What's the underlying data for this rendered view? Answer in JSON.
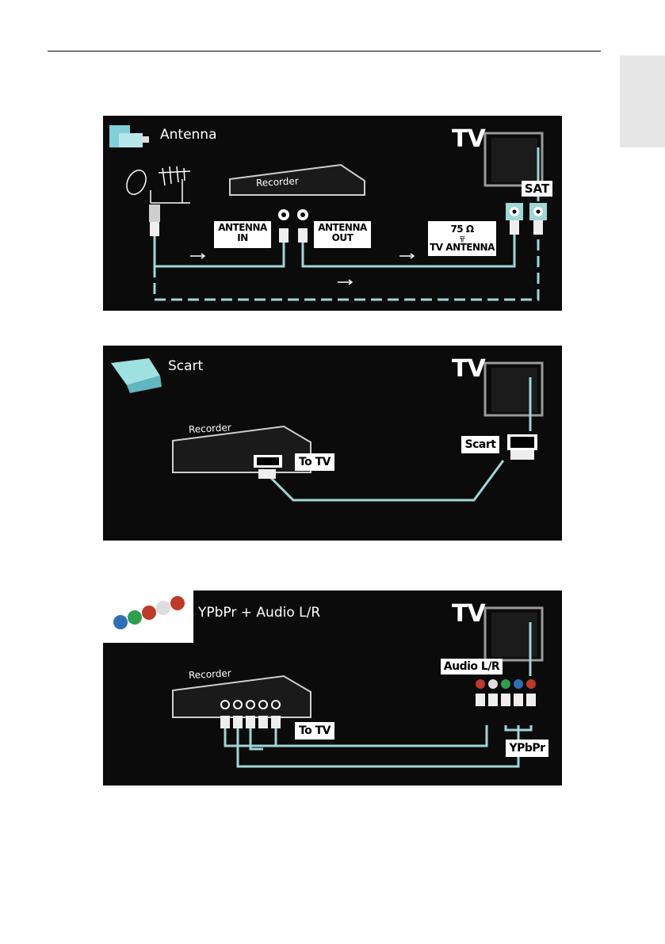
{
  "panels": [
    {
      "title": "Antenna",
      "tv": "TV",
      "recorder": "Recorder",
      "labels": {
        "antenna_in": "ANTENNA\nIN",
        "antenna_out": "ANTENNA\nOUT",
        "ohm": "75 Ω",
        "tv_antenna": "TV ANTENNA",
        "sat": "SAT"
      }
    },
    {
      "title": "Scart",
      "tv": "TV",
      "recorder": "Recorder",
      "labels": {
        "to_tv": "To TV",
        "scart": "Scart"
      }
    },
    {
      "title": "YPbPr + Audio L/R",
      "tv": "TV",
      "recorder": "Recorder",
      "labels": {
        "to_tv": "To TV",
        "audio": "Audio L/R",
        "ypbpr": "YPbPr"
      }
    }
  ],
  "colors": {
    "cable": "#9fd6d6",
    "jack_red": "#c0392b",
    "jack_green": "#2e9e4f",
    "jack_blue": "#2f6fb5"
  },
  "icons": [
    "antenna-plug-icon",
    "scart-plug-icon",
    "component-cables-icon",
    "tv-icon"
  ]
}
